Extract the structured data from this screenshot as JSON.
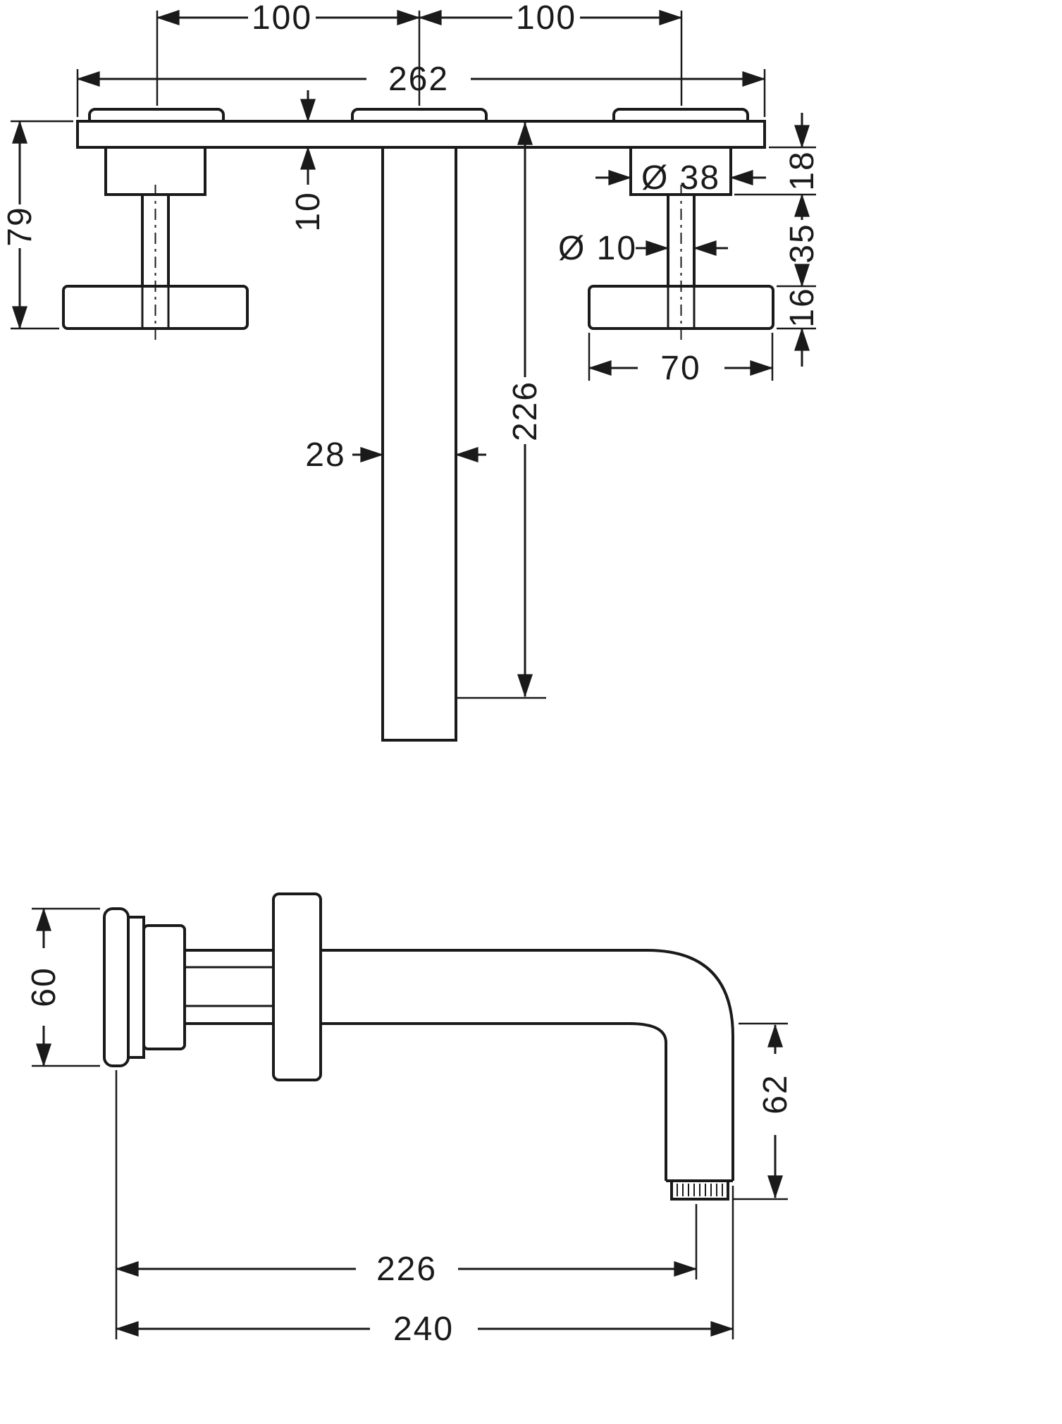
{
  "colors": {
    "ink": "#1a1a1a",
    "paper": "#ffffff"
  },
  "dims": {
    "top_left_spacing": "100",
    "top_right_spacing": "100",
    "plate_width": "262",
    "plate_thickness": "10",
    "handle_projection": "79",
    "handle_escutcheon_diameter": "Ø 38",
    "escutcheon_depth": "18",
    "stem_diameter": "Ø 10",
    "stem_length": "35",
    "handle_bar_thickness": "16",
    "handle_bar_width": "70",
    "spout_pipe_width": "28",
    "spout_pipe_length": "226",
    "side_flange_diameter": "60",
    "outlet_drop": "62",
    "spout_reach": "226",
    "overall_projection": "240"
  }
}
